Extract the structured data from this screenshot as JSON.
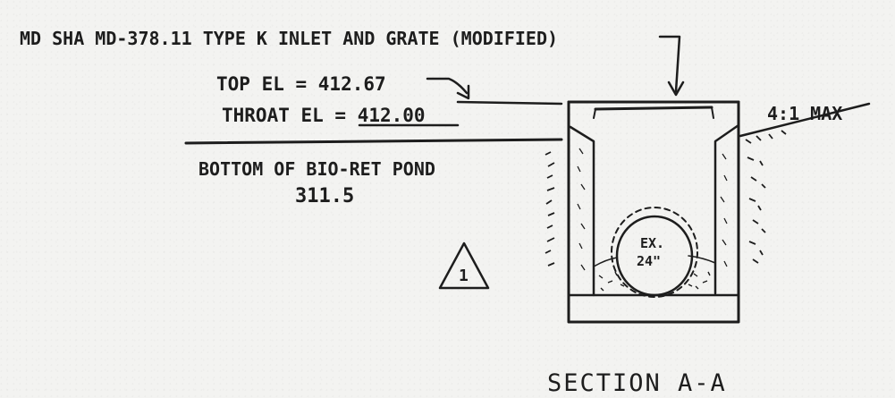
{
  "title": "MD SHA MD-378.11 TYPE K INLET AND GRATE (MODIFIED)",
  "labels": {
    "top_el": "TOP EL = 412.67",
    "throat_el": "THROAT EL = 412.00",
    "bottom_line1": "BOTTOM OF BIO-RET POND",
    "bottom_line2": "311.5",
    "slope": "4:1 MAX",
    "pipe_line1": "EX.",
    "pipe_line2": "24\"",
    "triangle_number": "1",
    "section": "SECTION A-A"
  },
  "colors": {
    "ink": "#1d1d1d",
    "paper": "#f3f3f1"
  },
  "icons": {
    "revision_marker": "triangle-number-icon"
  }
}
